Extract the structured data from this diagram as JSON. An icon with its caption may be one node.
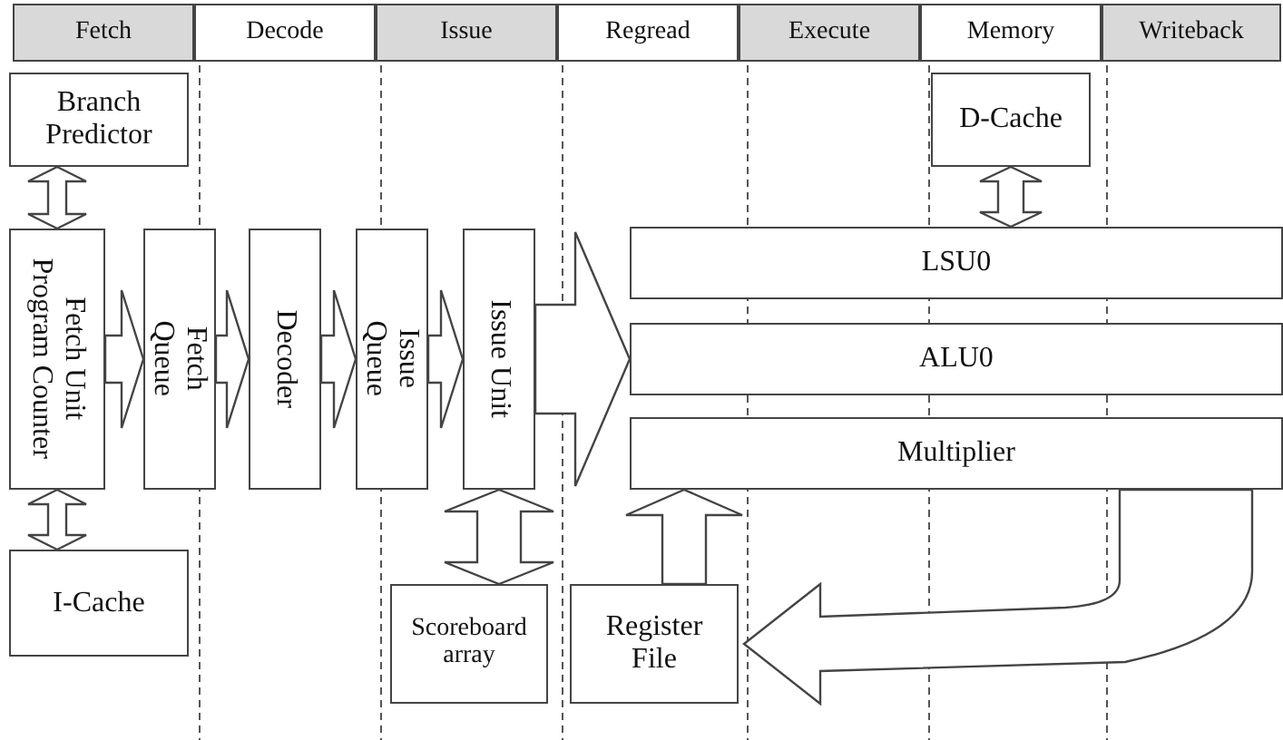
{
  "diagram": {
    "nodes": [
      {
        "text": [
          "Fetch"
        ]
      },
      {
        "text": [
          "Decode"
        ]
      },
      {
        "text": [
          "Issue"
        ]
      },
      {
        "text": [
          "Regread"
        ]
      },
      {
        "text": [
          "Execute"
        ]
      },
      {
        "text": [
          "Memory"
        ]
      },
      {
        "text": [
          "Writeback"
        ]
      },
      {
        "text": [
          "Branch Predictor"
        ]
      },
      {
        "text": [
          "Fetch Unit Program Counter"
        ]
      },
      {
        "text": [
          "Fetch Queue"
        ]
      },
      {
        "text": [
          "Decoder"
        ]
      },
      {
        "text": [
          "Issue Queue"
        ]
      },
      {
        "text": [
          "Issue Unit"
        ]
      },
      {
        "text": [
          "D-Cache"
        ]
      },
      {
        "text": [
          "LSU0"
        ]
      },
      {
        "text": [
          "ALU0"
        ]
      },
      {
        "text": [
          "Multiplier"
        ]
      },
      {
        "text": [
          "I-Cache"
        ]
      },
      {
        "text": [
          "Scoreboard array"
        ]
      },
      {
        "text": [
          "Register File"
        ]
      }
    ],
    "edges": [
      {
        "from": 7,
        "to": 8,
        "arrow": "both"
      },
      {
        "from": 8,
        "to": 9,
        "arrow": "to"
      },
      {
        "from": 9,
        "to": 10,
        "arrow": "to"
      },
      {
        "from": 10,
        "to": 11,
        "arrow": "to"
      },
      {
        "from": 11,
        "to": 12,
        "arrow": "to"
      },
      {
        "from": 12,
        "to": 14,
        "arrow": "to"
      },
      {
        "from": 12,
        "to": 15,
        "arrow": "to"
      },
      {
        "from": 12,
        "to": 16,
        "arrow": "to"
      },
      {
        "from": 8,
        "to": 17,
        "arrow": "both"
      },
      {
        "from": 12,
        "to": 18,
        "arrow": "both"
      },
      {
        "from": 19,
        "to": 16,
        "arrow": "to"
      },
      {
        "from": 13,
        "to": 14,
        "arrow": "both"
      },
      {
        "from": 16,
        "to": 19,
        "arrow": "to"
      }
    ]
  }
}
